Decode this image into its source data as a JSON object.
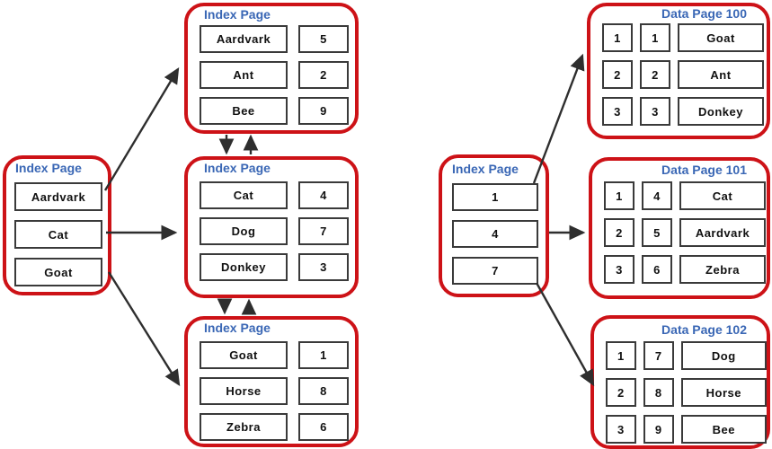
{
  "colors": {
    "page_border": "#cd1217",
    "title": "#3a67b5",
    "cell_border": "#3a3a3a",
    "cell_text": "#111111",
    "arrow": "#2e2e2e",
    "background": "#ffffff"
  },
  "pages": {
    "left_index": {
      "title": "Index Page",
      "rows": [
        [
          "Aardvark"
        ],
        [
          "Cat"
        ],
        [
          "Goat"
        ]
      ]
    },
    "index_top": {
      "title": "Index Page",
      "rows": [
        [
          "Aardvark",
          "5"
        ],
        [
          "Ant",
          "2"
        ],
        [
          "Bee",
          "9"
        ]
      ]
    },
    "index_middle": {
      "title": "Index Page",
      "rows": [
        [
          "Cat",
          "4"
        ],
        [
          "Dog",
          "7"
        ],
        [
          "Donkey",
          "3"
        ]
      ]
    },
    "index_bottom": {
      "title": "Index Page",
      "rows": [
        [
          "Goat",
          "1"
        ],
        [
          "Horse",
          "8"
        ],
        [
          "Zebra",
          "6"
        ]
      ]
    },
    "root_index": {
      "title": "Index Page",
      "rows": [
        [
          "1"
        ],
        [
          "4"
        ],
        [
          "7"
        ]
      ]
    },
    "data_page_100": {
      "title": "Data Page 100",
      "rows": [
        [
          "1",
          "1",
          "Goat"
        ],
        [
          "2",
          "2",
          "Ant"
        ],
        [
          "3",
          "3",
          "Donkey"
        ]
      ]
    },
    "data_page_101": {
      "title": "Data Page 101",
      "rows": [
        [
          "1",
          "4",
          "Cat"
        ],
        [
          "2",
          "5",
          "Aardvark"
        ],
        [
          "3",
          "6",
          "Zebra"
        ]
      ]
    },
    "data_page_102": {
      "title": "Data Page 102",
      "rows": [
        [
          "1",
          "7",
          "Dog"
        ],
        [
          "2",
          "8",
          "Horse"
        ],
        [
          "3",
          "9",
          "Bee"
        ]
      ]
    }
  },
  "links": [
    {
      "from": "left-index:Aardvark",
      "to": "index-page-top",
      "bidirectional": false
    },
    {
      "from": "left-index:Cat",
      "to": "index-page-middle",
      "bidirectional": false
    },
    {
      "from": "left-index:Goat",
      "to": "index-page-bottom",
      "bidirectional": false
    },
    {
      "from": "index-page-top",
      "to": "index-page-middle",
      "bidirectional": true
    },
    {
      "from": "index-page-middle",
      "to": "index-page-bottom",
      "bidirectional": true
    },
    {
      "from": "root-index:1",
      "to": "data-page-100",
      "bidirectional": false
    },
    {
      "from": "root-index:4",
      "to": "data-page-101",
      "bidirectional": false
    },
    {
      "from": "root-index:7",
      "to": "data-page-102",
      "bidirectional": false
    }
  ]
}
